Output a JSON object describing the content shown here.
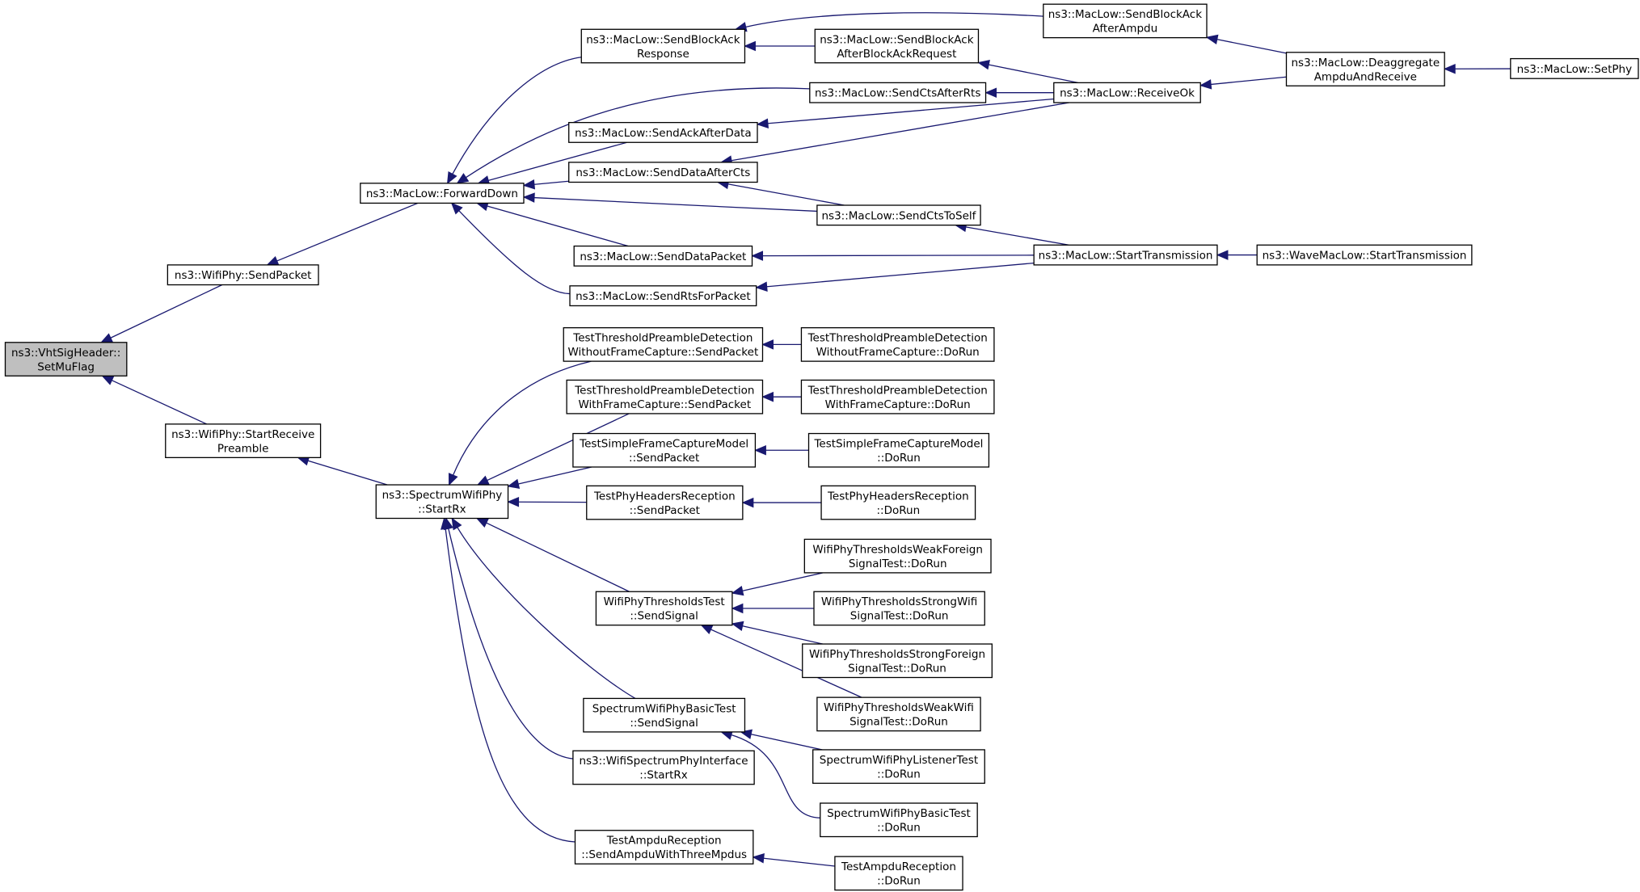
{
  "graph": {
    "nodes": [
      {
        "id": "vht",
        "lines": [
          "ns3::VhtSigHeader::",
          "SetMuFlag"
        ],
        "root": true
      },
      {
        "id": "wp_send",
        "lines": [
          "ns3::WifiPhy::SendPacket"
        ]
      },
      {
        "id": "wp_srp",
        "lines": [
          "ns3::WifiPhy::StartReceive",
          "Preamble"
        ]
      },
      {
        "id": "ml_fd",
        "lines": [
          "ns3::MacLow::ForwardDown"
        ]
      },
      {
        "id": "swp_rx",
        "lines": [
          "ns3::SpectrumWifiPhy",
          "::StartRx"
        ]
      },
      {
        "id": "ml_sbar",
        "lines": [
          "ns3::MacLow::SendBlockAck",
          "Response"
        ]
      },
      {
        "id": "ml_sad",
        "lines": [
          "ns3::MacLow::SendAckAfterData"
        ]
      },
      {
        "id": "ml_sdac",
        "lines": [
          "ns3::MacLow::SendDataAfterCts"
        ]
      },
      {
        "id": "ml_sdp",
        "lines": [
          "ns3::MacLow::SendDataPacket"
        ]
      },
      {
        "id": "ml_srfp",
        "lines": [
          "ns3::MacLow::SendRtsForPacket"
        ]
      },
      {
        "id": "ml_sbaabar",
        "lines": [
          "ns3::MacLow::SendBlockAck",
          "AfterBlockAckRequest"
        ]
      },
      {
        "id": "ml_scar",
        "lines": [
          "ns3::MacLow::SendCtsAfterRts"
        ]
      },
      {
        "id": "ml_scts",
        "lines": [
          "ns3::MacLow::SendCtsToSelf"
        ]
      },
      {
        "id": "ml_sbaaa",
        "lines": [
          "ns3::MacLow::SendBlockAck",
          "AfterAmpdu"
        ]
      },
      {
        "id": "ml_rok",
        "lines": [
          "ns3::MacLow::ReceiveOk"
        ]
      },
      {
        "id": "ml_st",
        "lines": [
          "ns3::MacLow::StartTransmission"
        ]
      },
      {
        "id": "ml_dar",
        "lines": [
          "ns3::MacLow::Deaggregate",
          "AmpduAndReceive"
        ]
      },
      {
        "id": "wml_st",
        "lines": [
          "ns3::WaveMacLow::StartTransmission"
        ]
      },
      {
        "id": "ml_setphy",
        "lines": [
          "ns3::MacLow::SetPhy"
        ]
      },
      {
        "id": "ttpd_wo_sp",
        "lines": [
          "TestThresholdPreambleDetection",
          "WithoutFrameCapture::SendPacket"
        ]
      },
      {
        "id": "ttpd_w_sp",
        "lines": [
          "TestThresholdPreambleDetection",
          "WithFrameCapture::SendPacket"
        ]
      },
      {
        "id": "tsfcm_sp",
        "lines": [
          "TestSimpleFrameCaptureModel",
          "::SendPacket"
        ]
      },
      {
        "id": "tphr_sp",
        "lines": [
          "TestPhyHeadersReception",
          "::SendPacket"
        ]
      },
      {
        "id": "wptt_ss",
        "lines": [
          "WifiPhyThresholdsTest",
          "::SendSignal"
        ]
      },
      {
        "id": "swpbt_ss",
        "lines": [
          "SpectrumWifiPhyBasicTest",
          "::SendSignal"
        ]
      },
      {
        "id": "wspi_rx",
        "lines": [
          "ns3::WifiSpectrumPhyInterface",
          "::StartRx"
        ]
      },
      {
        "id": "tar_sa",
        "lines": [
          "TestAmpduReception",
          "::SendAmpduWithThreeMpdus"
        ]
      },
      {
        "id": "ttpd_wo_dr",
        "lines": [
          "TestThresholdPreambleDetection",
          "WithoutFrameCapture::DoRun"
        ]
      },
      {
        "id": "ttpd_w_dr",
        "lines": [
          "TestThresholdPreambleDetection",
          "WithFrameCapture::DoRun"
        ]
      },
      {
        "id": "tsfcm_dr",
        "lines": [
          "TestSimpleFrameCaptureModel",
          "::DoRun"
        ]
      },
      {
        "id": "tphr_dr",
        "lines": [
          "TestPhyHeadersReception",
          "::DoRun"
        ]
      },
      {
        "id": "wpt_wf",
        "lines": [
          "WifiPhyThresholdsWeakForeign",
          "SignalTest::DoRun"
        ]
      },
      {
        "id": "wpt_sw",
        "lines": [
          "WifiPhyThresholdsStrongWifi",
          "SignalTest::DoRun"
        ]
      },
      {
        "id": "wpt_sf",
        "lines": [
          "WifiPhyThresholdsStrongForeign",
          "SignalTest::DoRun"
        ]
      },
      {
        "id": "wpt_ww",
        "lines": [
          "WifiPhyThresholdsWeakWifi",
          "SignalTest::DoRun"
        ]
      },
      {
        "id": "swplt_dr",
        "lines": [
          "SpectrumWifiPhyListenerTest",
          "::DoRun"
        ]
      },
      {
        "id": "swpbt_dr",
        "lines": [
          "SpectrumWifiPhyBasicTest",
          "::DoRun"
        ]
      },
      {
        "id": "tar_dr",
        "lines": [
          "TestAmpduReception",
          "::DoRun"
        ]
      }
    ]
  }
}
